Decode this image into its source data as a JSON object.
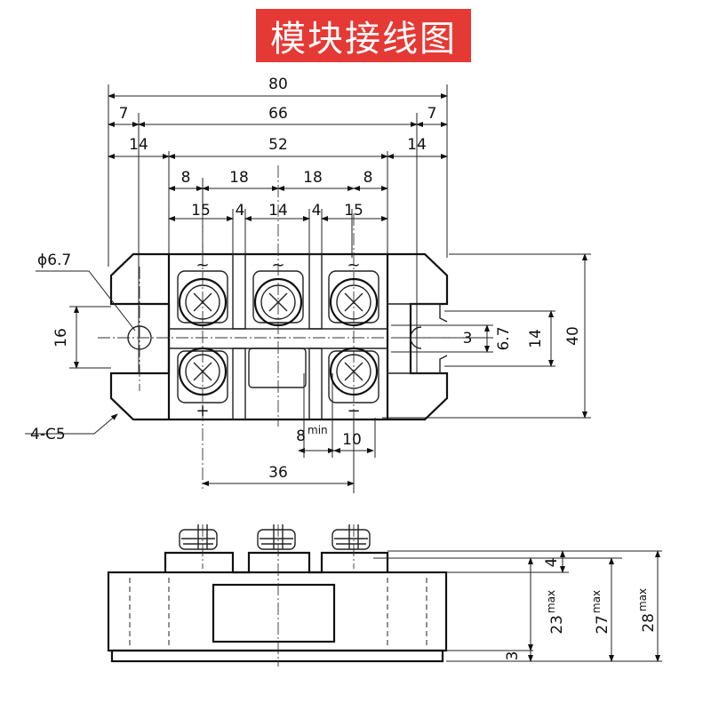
{
  "title": "模块接线图",
  "top_view": {
    "overall_width": "80",
    "bolt_pitch": "66",
    "edge_left": "7",
    "edge_right": "7",
    "end_left": "14",
    "end_right": "14",
    "center_span": "52",
    "seg_8_left": "8",
    "seg_18_left": "18",
    "seg_18_right": "18",
    "seg_8_right": "8",
    "term_15_left": "15",
    "gap_4_left": "4",
    "term_14_mid": "14",
    "gap_4_right": "4",
    "term_15_right": "15",
    "hole_dia": "ϕ6.7",
    "slot_height": "16",
    "chamfer": "4-C5",
    "dim_3": "3",
    "dim_6_7": "6.7",
    "dim_14": "14",
    "height_40": "40",
    "min_8": "8",
    "min_label": "min",
    "dim_10": "10",
    "dim_36": "36",
    "terminal_ac_symbol": "~",
    "terminal_plus": "+",
    "terminal_minus": "−"
  },
  "side_view": {
    "dim_4": "4",
    "dim_23": "23",
    "dim_27": "27",
    "dim_28": "28",
    "max_label": "max",
    "dim_3": "3"
  }
}
